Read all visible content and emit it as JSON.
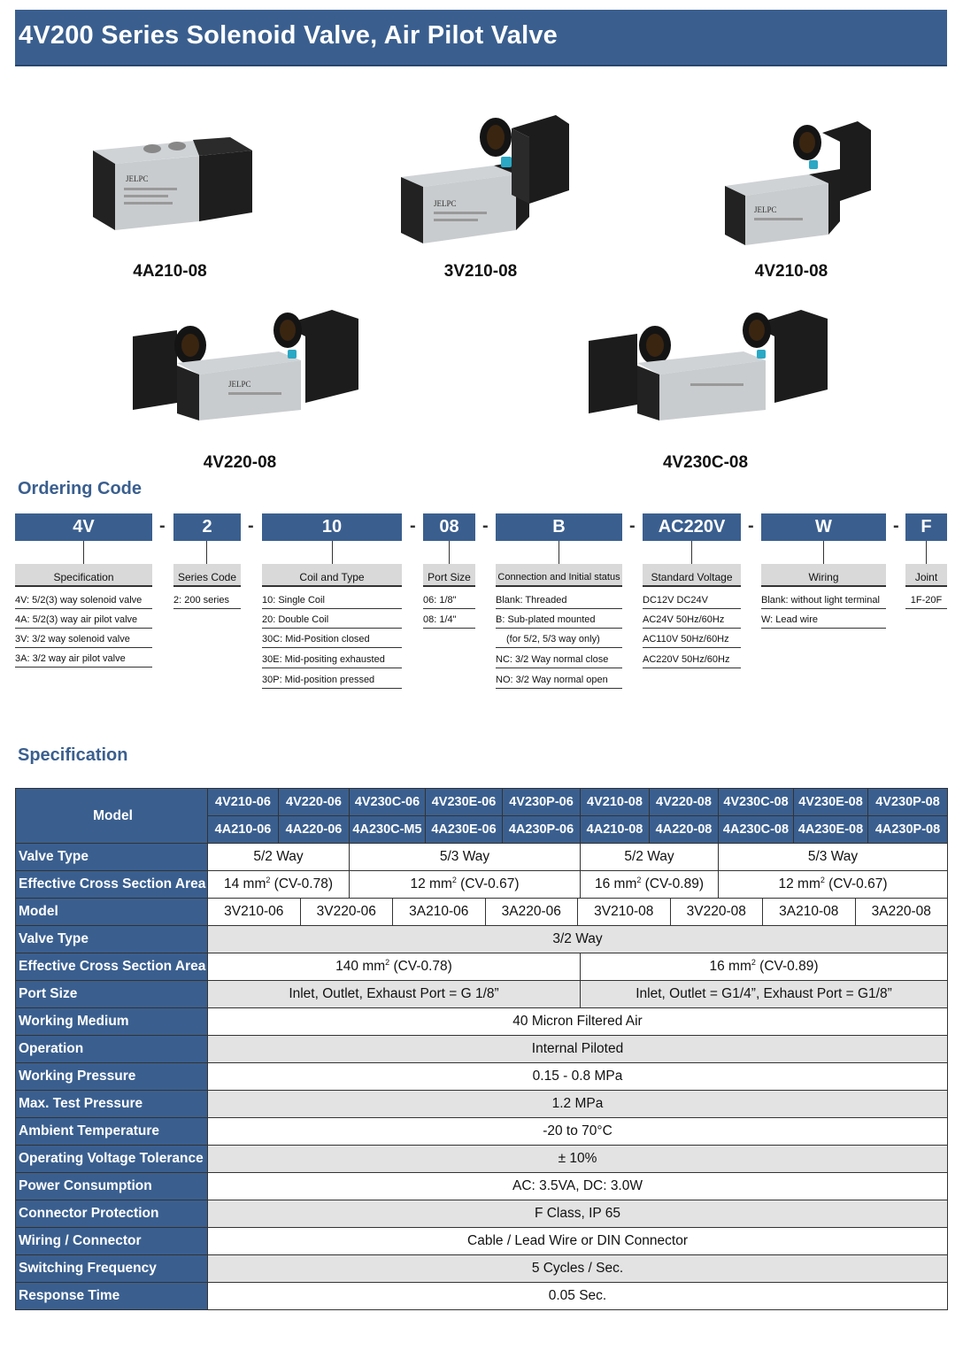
{
  "title": "4V200 Series Solenoid Valve, Air Pilot Valve",
  "products": [
    {
      "model": "4A210-08"
    },
    {
      "model": "3V210-08"
    },
    {
      "model": "4V210-08"
    },
    {
      "model": "4V220-08"
    },
    {
      "model": "4V230C-08"
    }
  ],
  "ordering": {
    "heading": "Ordering Code",
    "codes": [
      "4V",
      "2",
      "10",
      "08",
      "B",
      "AC220V",
      "W",
      "F"
    ],
    "dash": "-",
    "columns": [
      {
        "head": "Specification",
        "items": [
          "4V: 5/2(3) way solenoid valve",
          "4A: 5/2(3) way air pilot valve",
          "3V: 3/2 way solenoid valve",
          "3A: 3/2 way air pilot valve"
        ]
      },
      {
        "head": "Series Code",
        "items": [
          "2: 200 series"
        ]
      },
      {
        "head": "Coil and Type",
        "items": [
          "10: Single Coil",
          "20: Double Coil",
          "30C: Mid-Position closed",
          "30E: Mid-positing exhausted",
          "30P: Mid-position pressed"
        ]
      },
      {
        "head": "Port Size",
        "items": [
          "06: 1/8\"",
          "08: 1/4\""
        ]
      },
      {
        "head": "Connection and Initial status",
        "items": [
          "Blank: Threaded",
          "B: Sub-plated mounted",
          "(for 5/2, 5/3 way only)",
          "NC: 3/2 Way normal close",
          "NO: 3/2 Way normal open"
        ]
      },
      {
        "head": "Standard Voltage",
        "items": [
          "DC12V DC24V",
          "AC24V 50Hz/60Hz",
          "AC110V 50Hz/60Hz",
          "AC220V 50Hz/60Hz"
        ]
      },
      {
        "head": "Wiring",
        "items": [
          "Blank: without light terminal",
          "W: Lead wire"
        ]
      },
      {
        "head": "Joint",
        "items": [
          "1F-20F"
        ]
      }
    ]
  },
  "spec": {
    "heading": "Specification",
    "model_label": "Model",
    "models_row1": [
      "4V210-06",
      "4V220-06",
      "4V230C-06",
      "4V230E-06",
      "4V230P-06",
      "4V210-08",
      "4V220-08",
      "4V230C-08",
      "4V230E-08",
      "4V230P-08"
    ],
    "models_row2": [
      "4A210-06",
      "4A220-06",
      "4A230C-M5",
      "4A230E-06",
      "4A230P-06",
      "4A210-08",
      "4A220-08",
      "4A230C-08",
      "4A230E-08",
      "4A230P-08"
    ],
    "valve_type_label": "Valve Type",
    "valve_types": [
      "5/2 Way",
      "5/3 Way",
      "5/2 Way",
      "5/3 Way"
    ],
    "ecsa_label": "Effective Cross Section Area",
    "ecsa": [
      {
        "a": "14 mm",
        "b": " (CV-0.78)"
      },
      {
        "a": "12 mm",
        "b": " (CV-0.67)"
      },
      {
        "a": "16 mm",
        "b": " (CV-0.89)"
      },
      {
        "a": "12 mm",
        "b": " (CV-0.67)"
      }
    ],
    "sup2": "2",
    "model3_label": "Model",
    "models3": [
      "3V210-06",
      "3V220-06",
      "3A210-06",
      "3A220-06",
      "3V210-08",
      "3V220-08",
      "3A210-08",
      "3A220-08"
    ],
    "valve_type3_label": "Valve Type",
    "valve_type3": "3/2 Way",
    "ecsa3_label": "Effective Cross Section Area",
    "ecsa3": [
      {
        "a": "140 mm",
        "b": " (CV-0.78)"
      },
      {
        "a": "16 mm",
        "b": " (CV-0.89)"
      }
    ],
    "port_label": "Port Size",
    "ports": [
      "Inlet, Outlet, Exhaust Port = G 1/8”",
      "Inlet, Outlet = G1/4”, Exhaust Port = G1/8”"
    ],
    "rows": [
      {
        "label": "Working Medium",
        "value": "40 Micron Filtered Air"
      },
      {
        "label": "Operation",
        "value": "Internal Piloted"
      },
      {
        "label": "Working Pressure",
        "value": "0.15 - 0.8 MPa"
      },
      {
        "label": "Max. Test Pressure",
        "value": "1.2 MPa"
      },
      {
        "label": "Ambient Temperature",
        "value": "-20 to 70°C"
      },
      {
        "label": "Operating Voltage Tolerance",
        "value": "± 10%"
      },
      {
        "label": "Power Consumption",
        "value": "AC: 3.5VA, DC: 3.0W"
      },
      {
        "label": "Connector Protection",
        "value": "F Class, IP 65"
      },
      {
        "label": "Wiring / Connector",
        "value": "Cable / Lead Wire or DIN Connector"
      },
      {
        "label": "Switching Frequency",
        "value": "5 Cycles / Sec."
      },
      {
        "label": "Response Time",
        "value": "0.05 Sec."
      }
    ]
  },
  "brand": "JELPC",
  "colors": {
    "header_blue": "#3a5f8f",
    "gray_cell": "#e3e3e3",
    "head_gray": "#d9d9d9"
  }
}
